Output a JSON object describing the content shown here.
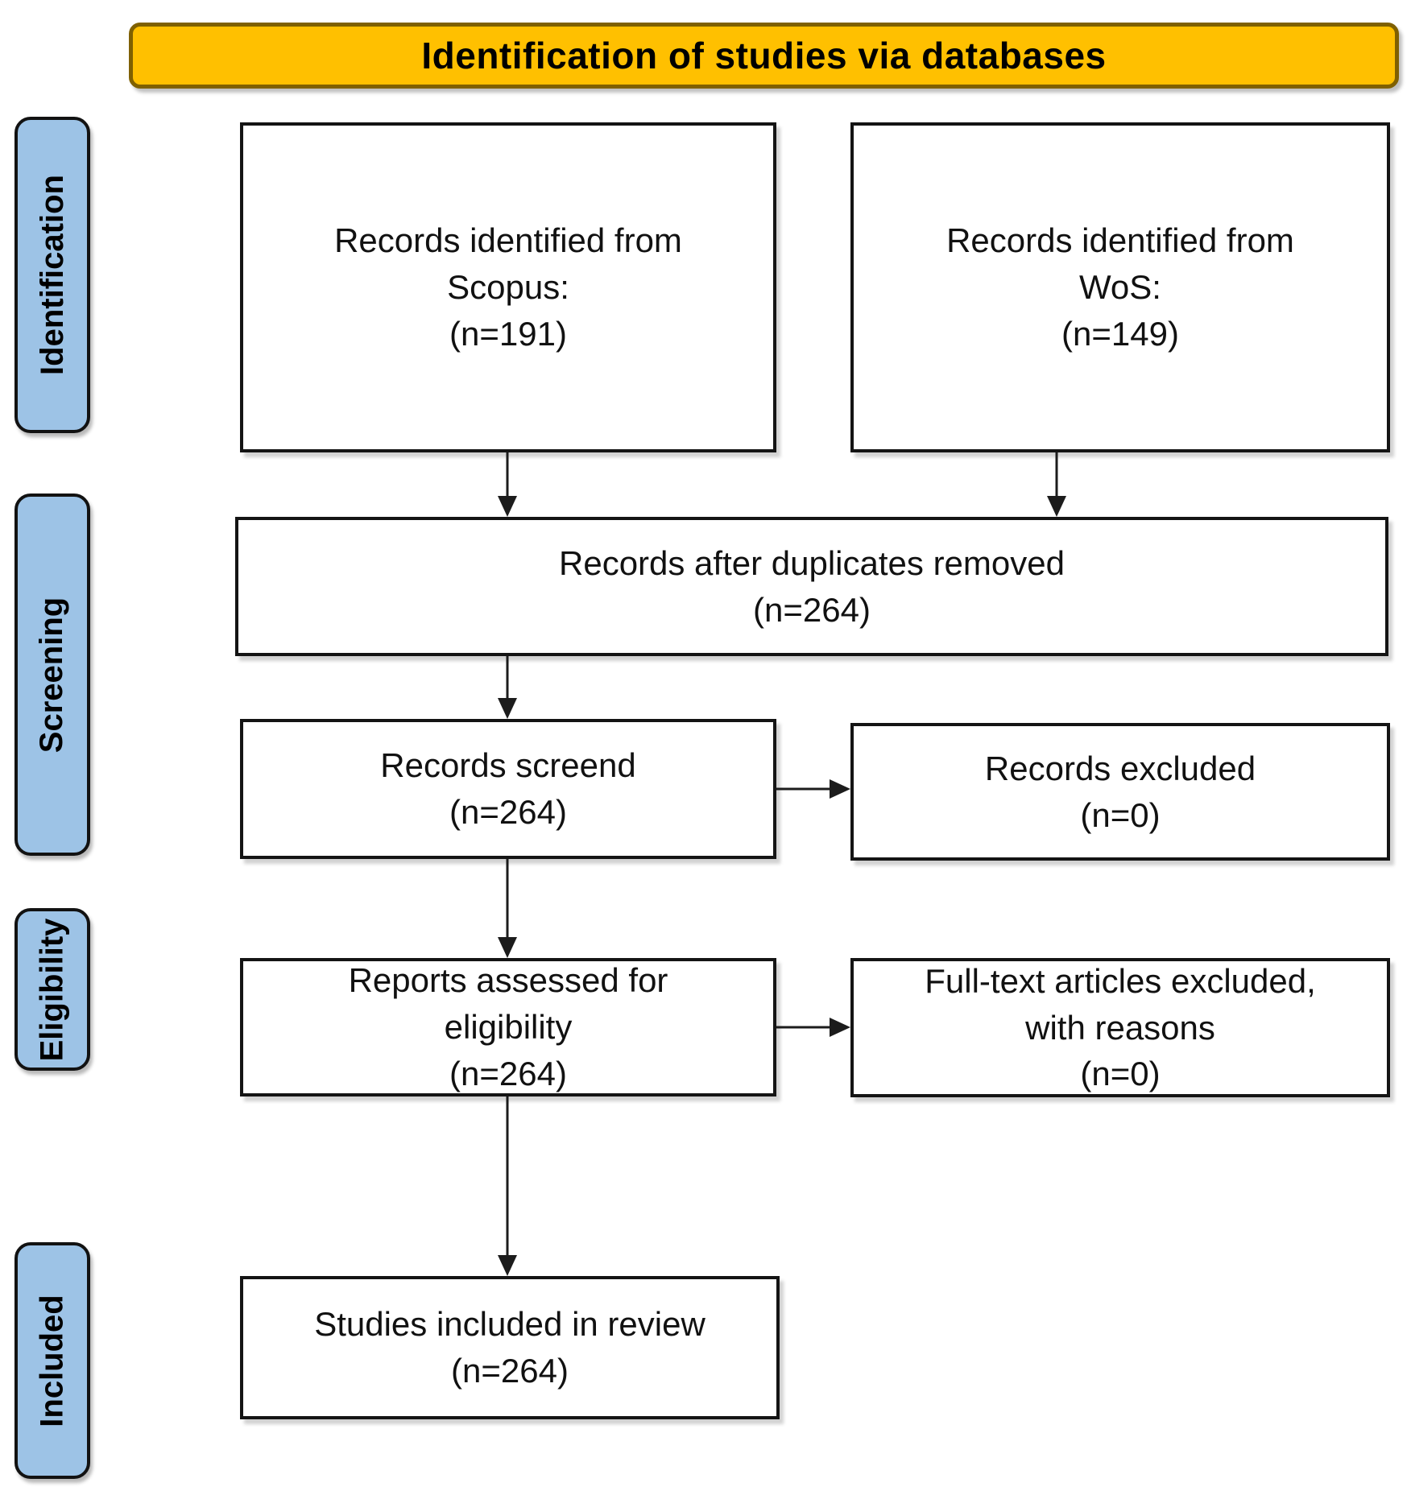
{
  "banner": {
    "title": "Identification of studies via databases"
  },
  "stages": [
    {
      "label": "Identification"
    },
    {
      "label": "Screening"
    },
    {
      "label": "Eligibility"
    },
    {
      "label": "Included"
    }
  ],
  "boxes": {
    "scopus": {
      "text": "Records identified from\nScopus:\n(n=191)"
    },
    "wos": {
      "text": "Records identified from\nWoS:\n(n=149)"
    },
    "duplicates": {
      "text": "Records after duplicates removed\n(n=264)"
    },
    "screened": {
      "text": "Records screend\n(n=264)"
    },
    "records_excluded": {
      "text": "Records excluded\n(n=0)"
    },
    "eligibility": {
      "text": "Reports assessed for\neligibility\n(n=264)"
    },
    "fulltext_excluded": {
      "text": "Full-text articles excluded,\nwith reasons\n(n=0)"
    },
    "included": {
      "text": "Studies included in review\n(n=264)"
    }
  },
  "colors": {
    "banner_fill": "#FFC000",
    "banner_border": "#7F6000",
    "stage_fill": "#9DC3E6",
    "stage_border": "#121212",
    "box_border": "#141414",
    "arrow": "#1C1C1C",
    "background": "#FFFFFF"
  }
}
